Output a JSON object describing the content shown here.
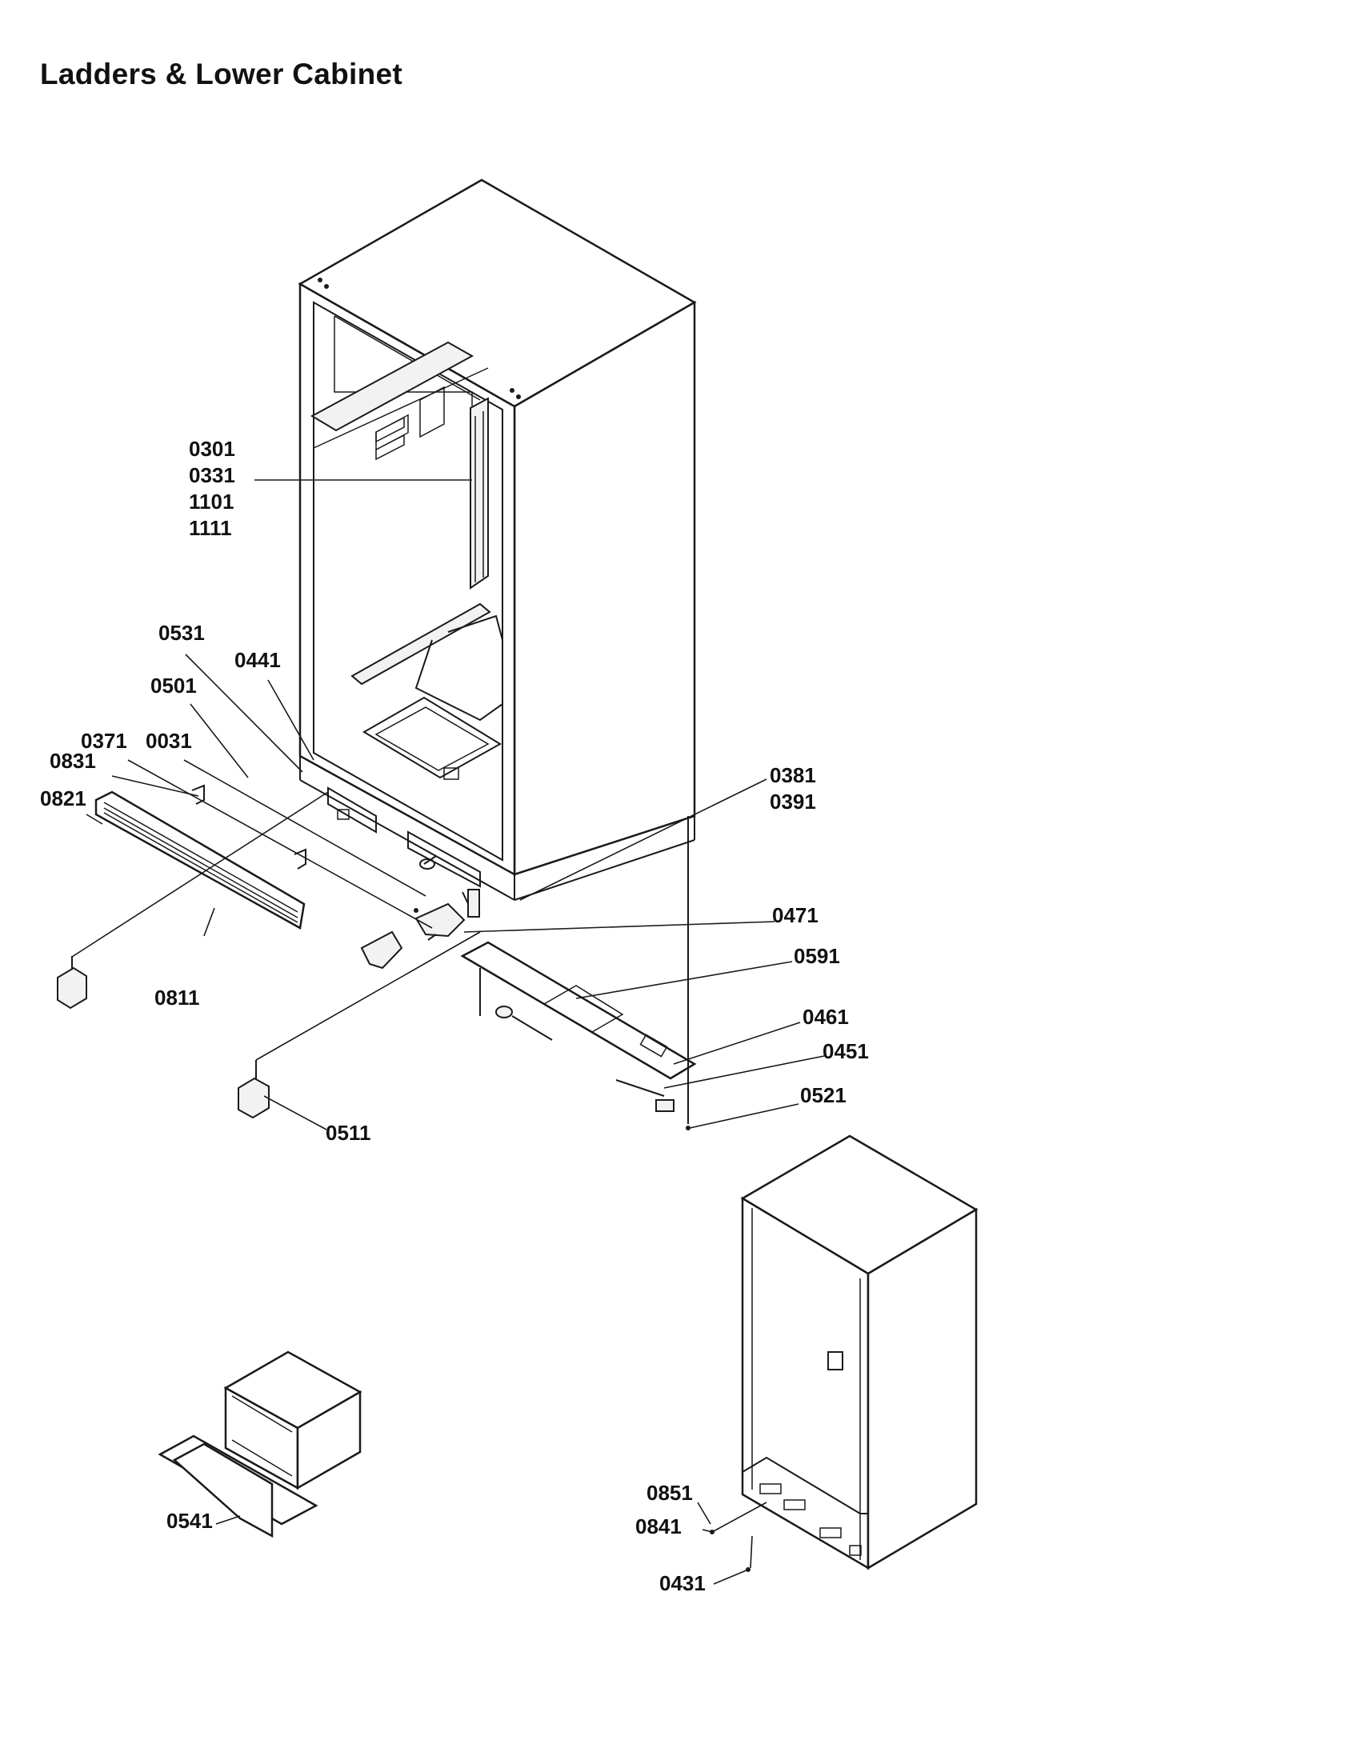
{
  "title": "Ladders & Lower Cabinet",
  "callouts": {
    "c0301": "0301",
    "c0331": "0331",
    "c1101": "1101",
    "c1111": "1111",
    "c0531": "0531",
    "c0441": "0441",
    "c0501": "0501",
    "c0371": "0371",
    "c0031": "0031",
    "c0831": "0831",
    "c0821": "0821",
    "c0381": "0381",
    "c0391": "0391",
    "c0471": "0471",
    "c0591": "0591",
    "c0811": "0811",
    "c0461": "0461",
    "c0451": "0451",
    "c0521": "0521",
    "c0511": "0511",
    "c0851": "0851",
    "c0841": "0841",
    "c0431": "0431",
    "c0541": "0541"
  }
}
